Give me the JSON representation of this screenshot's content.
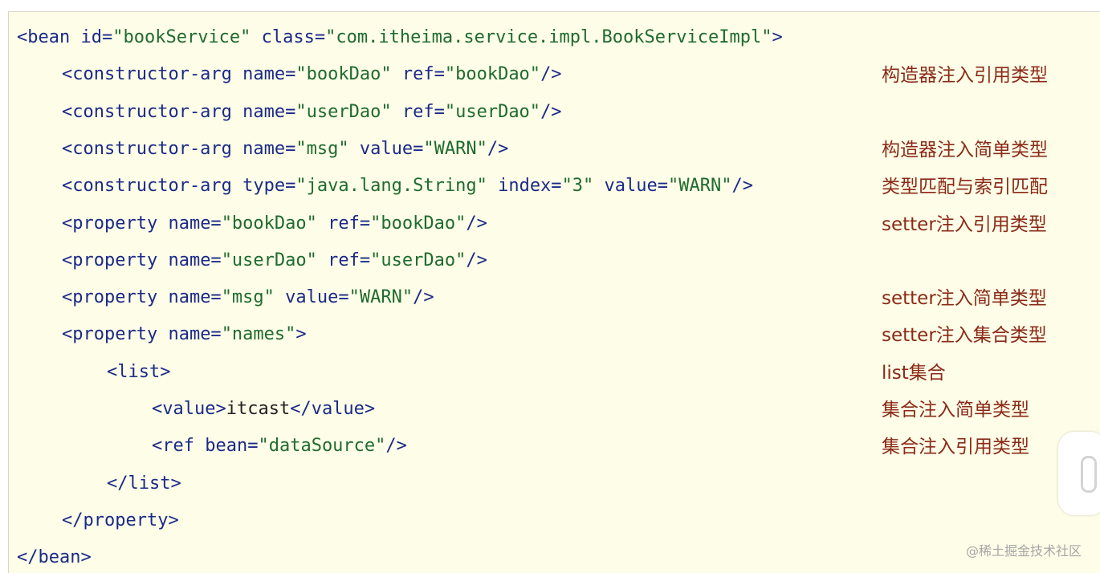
{
  "code_lines": [
    {
      "indent": 0,
      "tokens": [
        {
          "c": "b",
          "t": "<bean "
        },
        {
          "c": "b",
          "t": "id="
        },
        {
          "c": "s",
          "t": "\"bookService\" "
        },
        {
          "c": "b",
          "t": "class="
        },
        {
          "c": "s",
          "t": "\"com.itheima.service.impl.BookServiceImpl\""
        },
        {
          "c": "b",
          "t": ">"
        }
      ]
    },
    {
      "indent": 4,
      "tokens": [
        {
          "c": "b",
          "t": "<constructor-arg "
        },
        {
          "c": "b",
          "t": "name="
        },
        {
          "c": "s",
          "t": "\"bookDao\" "
        },
        {
          "c": "b",
          "t": "ref="
        },
        {
          "c": "s",
          "t": "\"bookDao\""
        },
        {
          "c": "b",
          "t": "/>"
        }
      ]
    },
    {
      "indent": 4,
      "tokens": [
        {
          "c": "b",
          "t": "<constructor-arg "
        },
        {
          "c": "b",
          "t": "name="
        },
        {
          "c": "s",
          "t": "\"userDao\" "
        },
        {
          "c": "b",
          "t": "ref="
        },
        {
          "c": "s",
          "t": "\"userDao\""
        },
        {
          "c": "b",
          "t": "/>"
        }
      ]
    },
    {
      "indent": 4,
      "tokens": [
        {
          "c": "b",
          "t": "<constructor-arg "
        },
        {
          "c": "b",
          "t": "name="
        },
        {
          "c": "s",
          "t": "\"msg\" "
        },
        {
          "c": "b",
          "t": "value="
        },
        {
          "c": "s",
          "t": "\"WARN\""
        },
        {
          "c": "b",
          "t": "/>"
        }
      ]
    },
    {
      "indent": 4,
      "tokens": [
        {
          "c": "b",
          "t": "<constructor-arg "
        },
        {
          "c": "b",
          "t": "type="
        },
        {
          "c": "s",
          "t": "\"java.lang.String\" "
        },
        {
          "c": "b",
          "t": "index="
        },
        {
          "c": "s",
          "t": "\"3\" "
        },
        {
          "c": "b",
          "t": "value="
        },
        {
          "c": "s",
          "t": "\"WARN\""
        },
        {
          "c": "b",
          "t": "/>"
        }
      ]
    },
    {
      "indent": 4,
      "tokens": [
        {
          "c": "b",
          "t": "<property "
        },
        {
          "c": "b",
          "t": "name="
        },
        {
          "c": "s",
          "t": "\"bookDao\" "
        },
        {
          "c": "b",
          "t": "ref="
        },
        {
          "c": "s",
          "t": "\"bookDao\""
        },
        {
          "c": "b",
          "t": "/>"
        }
      ]
    },
    {
      "indent": 4,
      "tokens": [
        {
          "c": "b",
          "t": "<property "
        },
        {
          "c": "b",
          "t": "name="
        },
        {
          "c": "s",
          "t": "\"userDao\" "
        },
        {
          "c": "b",
          "t": "ref="
        },
        {
          "c": "s",
          "t": "\"userDao\""
        },
        {
          "c": "b",
          "t": "/>"
        }
      ]
    },
    {
      "indent": 4,
      "tokens": [
        {
          "c": "b",
          "t": "<property "
        },
        {
          "c": "b",
          "t": "name="
        },
        {
          "c": "s",
          "t": "\"msg\" "
        },
        {
          "c": "b",
          "t": "value="
        },
        {
          "c": "s",
          "t": "\"WARN\""
        },
        {
          "c": "b",
          "t": "/>"
        }
      ]
    },
    {
      "indent": 4,
      "tokens": [
        {
          "c": "b",
          "t": "<property "
        },
        {
          "c": "b",
          "t": "name="
        },
        {
          "c": "s",
          "t": "\"names\""
        },
        {
          "c": "b",
          "t": ">"
        }
      ]
    },
    {
      "indent": 8,
      "tokens": [
        {
          "c": "b",
          "t": "<list>"
        }
      ]
    },
    {
      "indent": 12,
      "tokens": [
        {
          "c": "b",
          "t": "<value>"
        },
        {
          "c": "t",
          "t": "itcast"
        },
        {
          "c": "b",
          "t": "</value>"
        }
      ]
    },
    {
      "indent": 12,
      "tokens": [
        {
          "c": "b",
          "t": "<ref "
        },
        {
          "c": "b",
          "t": "bean="
        },
        {
          "c": "s",
          "t": "\"dataSource\""
        },
        {
          "c": "b",
          "t": "/>"
        }
      ]
    },
    {
      "indent": 8,
      "tokens": [
        {
          "c": "b",
          "t": "</list>"
        }
      ]
    },
    {
      "indent": 4,
      "tokens": [
        {
          "c": "b",
          "t": "</property>"
        }
      ]
    },
    {
      "indent": 0,
      "tokens": [
        {
          "c": "b",
          "t": "</bean>"
        }
      ]
    }
  ],
  "comments": [
    {
      "line": 1,
      "text": "构造器注入引用类型"
    },
    {
      "line": 3,
      "text": "构造器注入简单类型"
    },
    {
      "line": 4,
      "text": "类型匹配与索引匹配"
    },
    {
      "line": 5,
      "text": "setter注入引用类型"
    },
    {
      "line": 7,
      "text": "setter注入简单类型"
    },
    {
      "line": 8,
      "text": "setter注入集合类型"
    },
    {
      "line": 9,
      "text": "list集合"
    },
    {
      "line": 10,
      "text": "集合注入简单类型"
    },
    {
      "line": 11,
      "text": "集合注入引用类型"
    }
  ],
  "watermark": "@稀土掘金技术社区",
  "colors": {
    "background": "#fdfde8",
    "tag": "#1b2a88",
    "string": "#1f6b2e",
    "text": "#222222",
    "comment": "#8a2a17"
  }
}
